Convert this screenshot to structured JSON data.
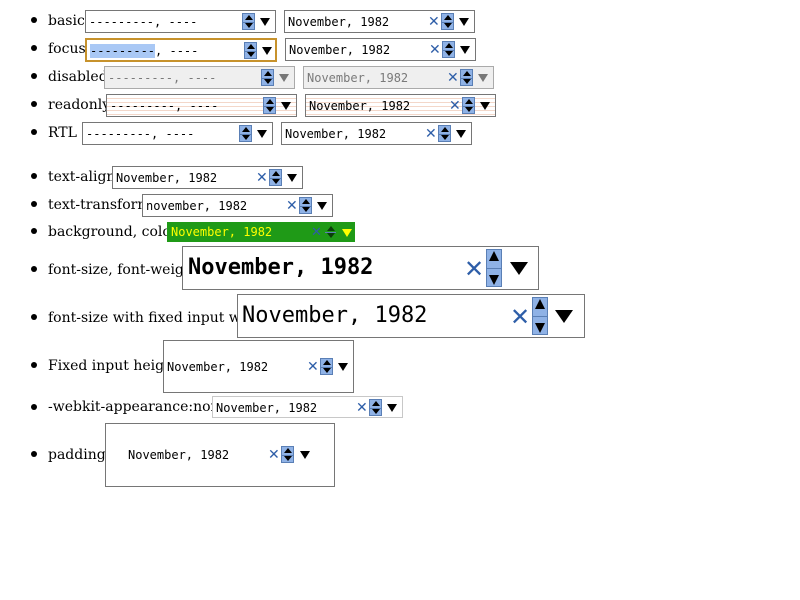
{
  "rows": [
    {
      "label": "basic",
      "week_value": "---------, ----",
      "month_value": "November, 1982"
    },
    {
      "label": "focus",
      "week_selected": "---------",
      "week_rest": ", ----",
      "month_value": "November, 1982"
    },
    {
      "label": "disabled",
      "week_value": "---------, ----",
      "month_value": "November, 1982"
    },
    {
      "label": "readonly",
      "week_value": "---------, ----",
      "month_value": "November, 1982"
    },
    {
      "label": "RTL",
      "week_value": "---------, ----",
      "month_value": "November, 1982"
    },
    {
      "label": "text-align:",
      "month_value": "November, 1982"
    },
    {
      "label": "text-transform:",
      "month_value": "november, 1982"
    },
    {
      "label": "background, color:",
      "month_value": "November, 1982"
    },
    {
      "label": "font-size, font-weight:",
      "month_value": "November, 1982"
    },
    {
      "label": "font-size with fixed input width:",
      "month_value": "November, 1982"
    },
    {
      "label": "Fixed input height:",
      "month_value": "November, 1982"
    },
    {
      "label": "-webkit-appearance:none:",
      "month_value": "November, 1982"
    },
    {
      "label": "padding:",
      "month_value": "November, 1982"
    }
  ],
  "icons": {
    "clear": "clear-x-icon",
    "spin": "spin-button-icon",
    "dropdown": "dropdown-arrow-icon"
  },
  "colors": {
    "spin_blue": "#8fb2e6",
    "focus_ring": "#c7922c",
    "green_bg": "#1f9a17",
    "yellow_text": "#ffff00",
    "clear_x": "#2e5ea8"
  }
}
